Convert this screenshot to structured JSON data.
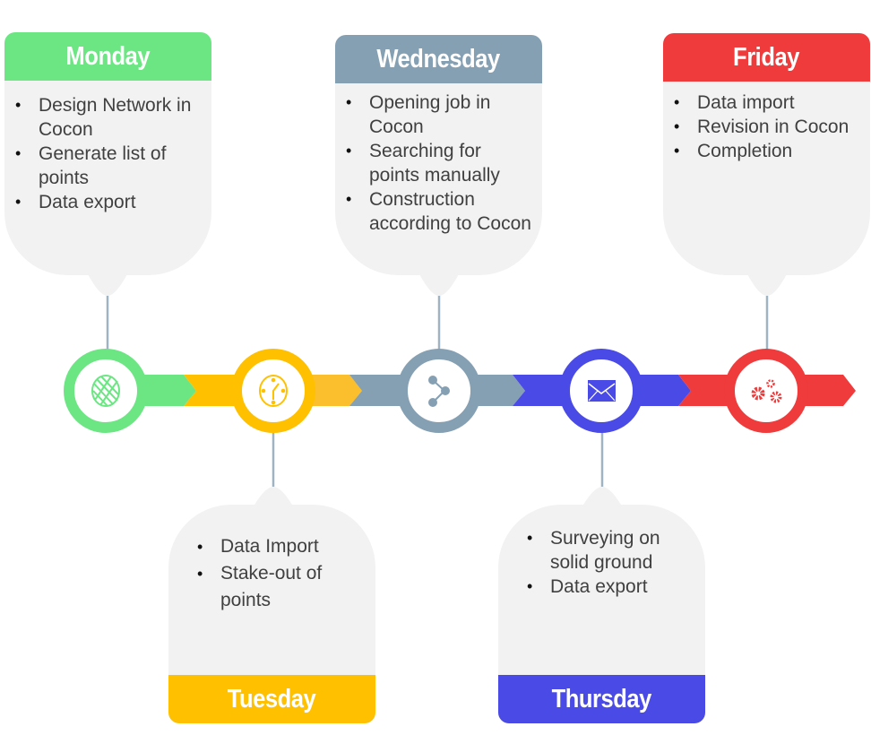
{
  "colors": {
    "monday": "#6BE683",
    "tuesday": "#FFC000",
    "wednesday": "#86A0B3",
    "thursday": "#4A4AE6",
    "friday": "#EF3B3B",
    "card": "#F2F2F2"
  },
  "days": {
    "monday": {
      "title": "Monday",
      "icon": "globe-icon",
      "items": [
        "Design Network in Cocon",
        "Generate list of points",
        "Data export"
      ]
    },
    "tuesday": {
      "title": "Tuesday",
      "icon": "clock-icon",
      "items": [
        "Data Import",
        "Stake-out of points"
      ]
    },
    "wednesday": {
      "title": "Wednesday",
      "icon": "share-icon",
      "items": [
        "Opening job in Cocon",
        "Searching for points manually",
        "Construction according to Cocon"
      ]
    },
    "thursday": {
      "title": "Thursday",
      "icon": "envelope-icon",
      "items": [
        "Surveying on solid ground",
        "Data export"
      ]
    },
    "friday": {
      "title": "Friday",
      "icon": "gears-icon",
      "items": [
        "Data import",
        "Revision in Cocon",
        "Completion"
      ]
    }
  }
}
